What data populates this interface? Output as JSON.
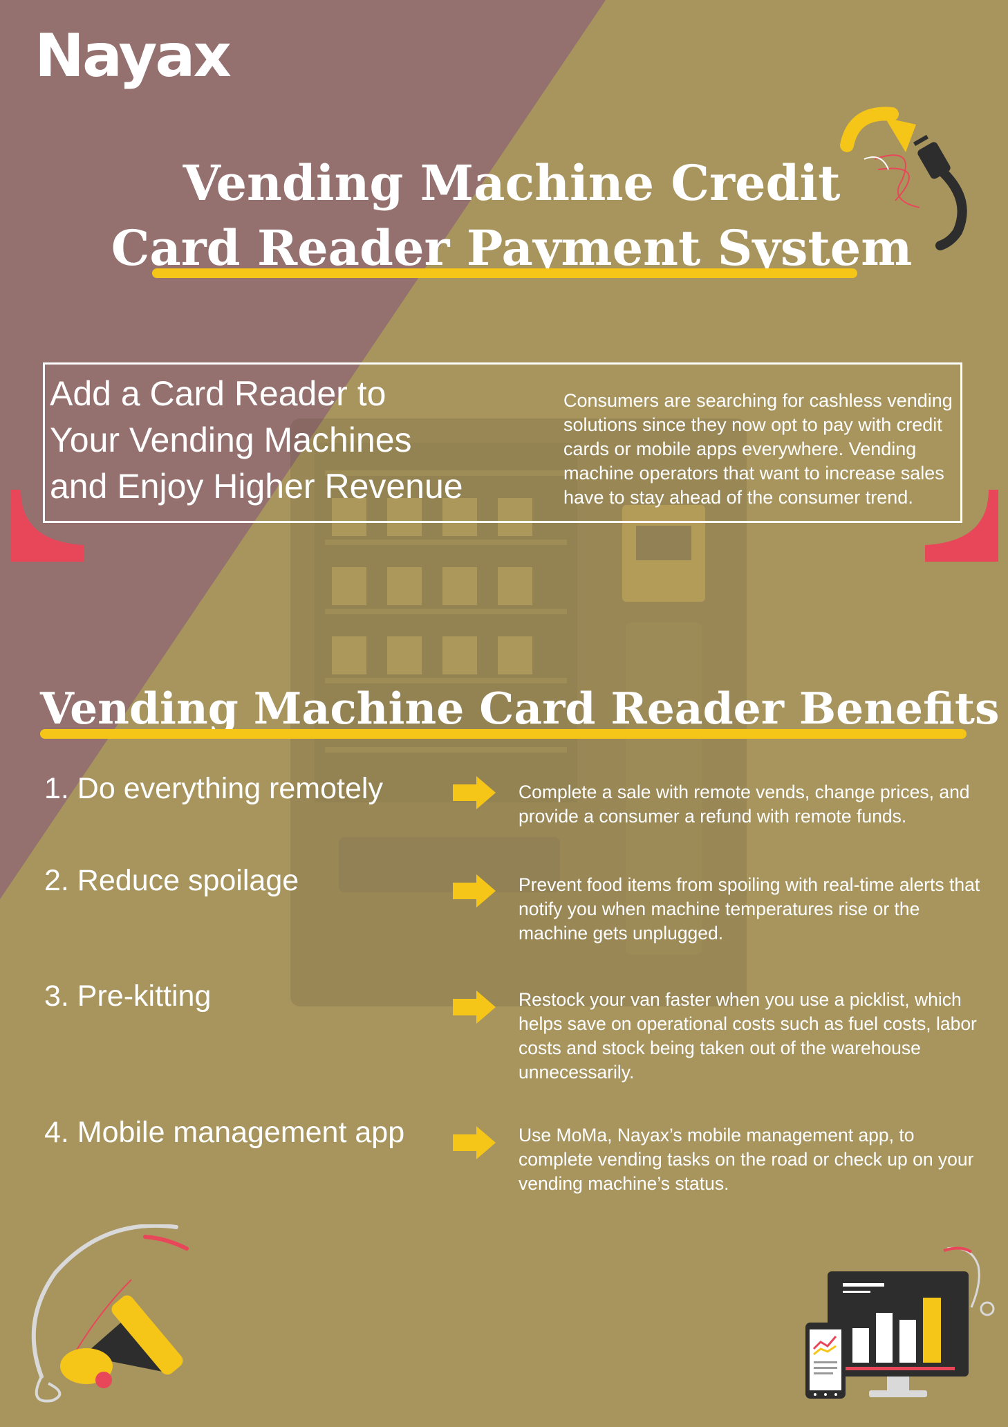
{
  "brand": {
    "logo_text": "Nayax",
    "colors": {
      "background": "#a8955e",
      "panel": "#94706f",
      "accent_yellow": "#f5c518",
      "accent_red": "#e8475a",
      "text": "#ffffff",
      "dark": "#2d2d2d"
    }
  },
  "header": {
    "title_line1": "Vending Machine Credit",
    "title_line2": "Card Reader Payment System"
  },
  "intro": {
    "heading_line1": "Add a Card Reader to",
    "heading_line2": "Your Vending Machines",
    "heading_line3": "and Enjoy Higher Revenue",
    "text": "Consumers are searching for cashless vending solutions since they now opt to pay with credit cards or mobile apps everywhere. Vending machine operators that want to increase sales have to stay ahead of the consumer trend."
  },
  "benefits": {
    "title": "Vending Machine Card Reader Benefits",
    "items": [
      {
        "label": "1. Do everything remotely",
        "description": "Complete a sale with remote vends, change prices, and provide a consumer a refund with remote funds."
      },
      {
        "label": "2. Reduce spoilage",
        "description": "Prevent food items from spoiling with real-time alerts that notify you when machine temperatures rise or the machine gets unplugged."
      },
      {
        "label": "3. Pre-kitting",
        "description": "Restock your van faster when you use a picklist, which helps save on operational costs such as fuel costs, labor costs and stock being taken out of the warehouse unnecessarily."
      },
      {
        "label": "4. Mobile management app",
        "description": "Use MoMa, Nayax’s mobile management app, to complete vending tasks on the road or check up on your vending machine’s status."
      }
    ]
  },
  "icons": [
    "plug-icon",
    "megaphone-icon",
    "dashboard-devices-icon",
    "arrow-right-icon",
    "vending-machine-illustration"
  ]
}
